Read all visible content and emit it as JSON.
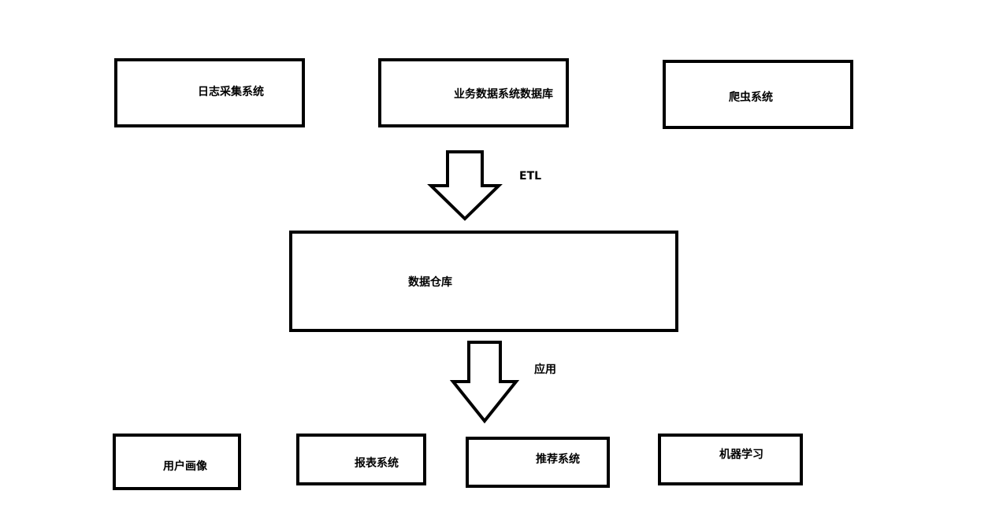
{
  "sources": {
    "log_collection": "日志采集系统",
    "business_db": "业务数据系统数据库",
    "crawler": "爬虫系统"
  },
  "etl_label": "ETL",
  "warehouse": "数据仓库",
  "apply_label": "应用",
  "applications": {
    "user_profile": "用户画像",
    "report": "报表系统",
    "recommendation": "推荐系统",
    "machine_learning": "机器学习"
  }
}
